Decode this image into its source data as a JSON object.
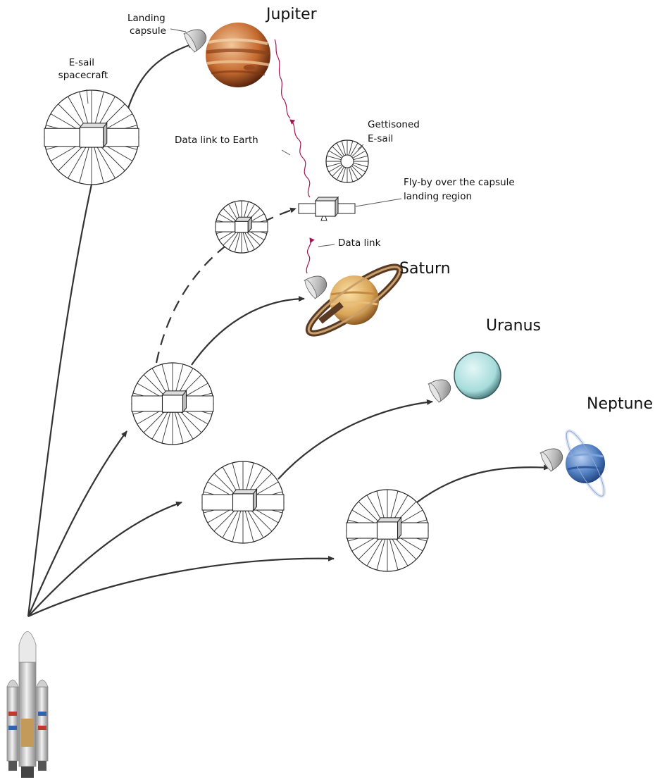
{
  "planets": {
    "jupiter": {
      "label": "Jupiter"
    },
    "saturn": {
      "label": "Saturn"
    },
    "uranus": {
      "label": "Uranus"
    },
    "neptune": {
      "label": "Neptune"
    }
  },
  "annotations": {
    "landing_capsule": [
      "Landing",
      "capsule"
    ],
    "esail_spacecraft": [
      "E-sail",
      "spacecraft"
    ],
    "data_link_to_earth": "Data link to Earth",
    "gettisoned_esail": [
      "Gettisoned",
      "E-sail"
    ],
    "flyby": [
      "Fly-by over the capsule",
      "landing region"
    ],
    "data_link": "Data link"
  },
  "colors": {
    "arrow": "#333333",
    "data_link": "#a0154f",
    "jupiter": "#b8612a",
    "saturn": "#d9a456",
    "uranus": "#a6dcdc",
    "neptune": "#4f7ec0"
  }
}
